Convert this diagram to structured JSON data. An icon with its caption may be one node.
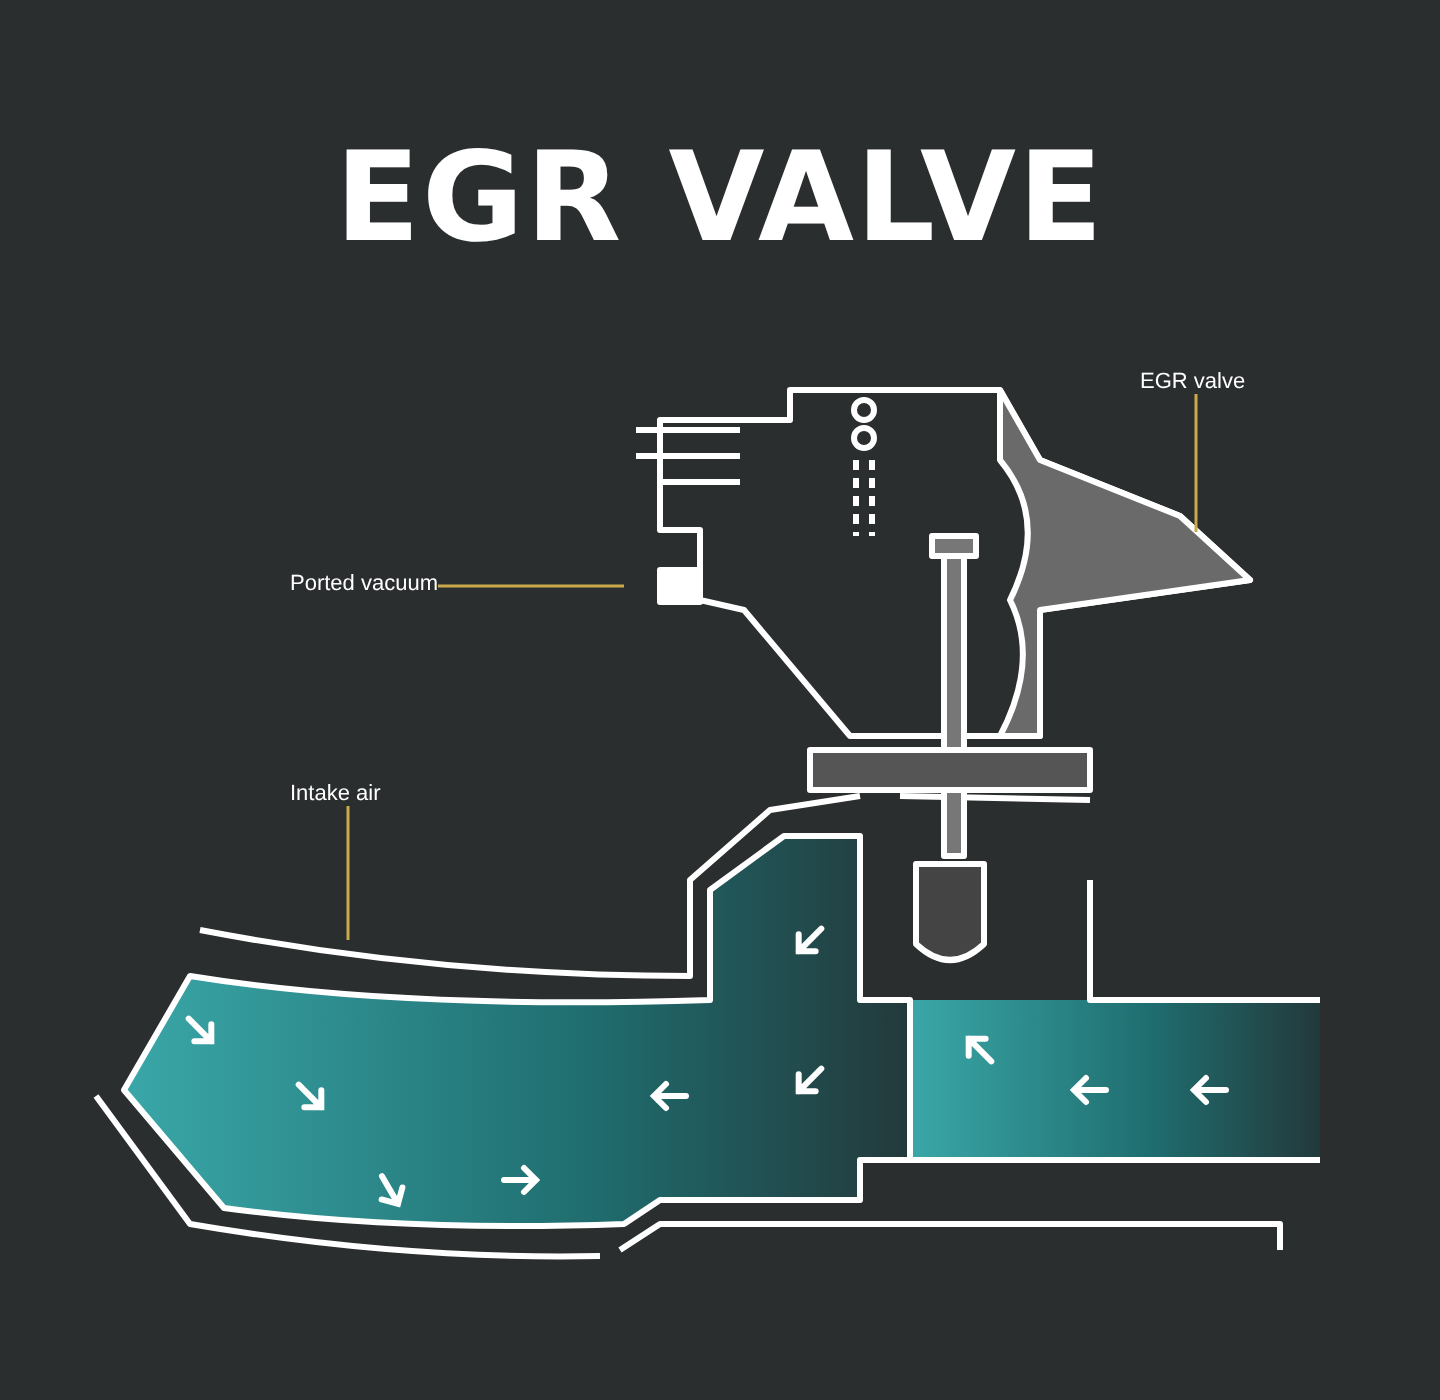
{
  "diagram": {
    "title": "EGR VALVE",
    "nodes": [
      {
        "text": [
          "EGR valve"
        ]
      },
      {
        "text": [
          "Ported vacuum"
        ]
      },
      {
        "text": [
          "Intake air"
        ]
      }
    ],
    "edges": [
      {
        "from": 0,
        "to": null,
        "arrow": "none"
      },
      {
        "from": 1,
        "to": null,
        "arrow": "none"
      },
      {
        "from": 2,
        "to": null,
        "arrow": "none"
      }
    ]
  }
}
